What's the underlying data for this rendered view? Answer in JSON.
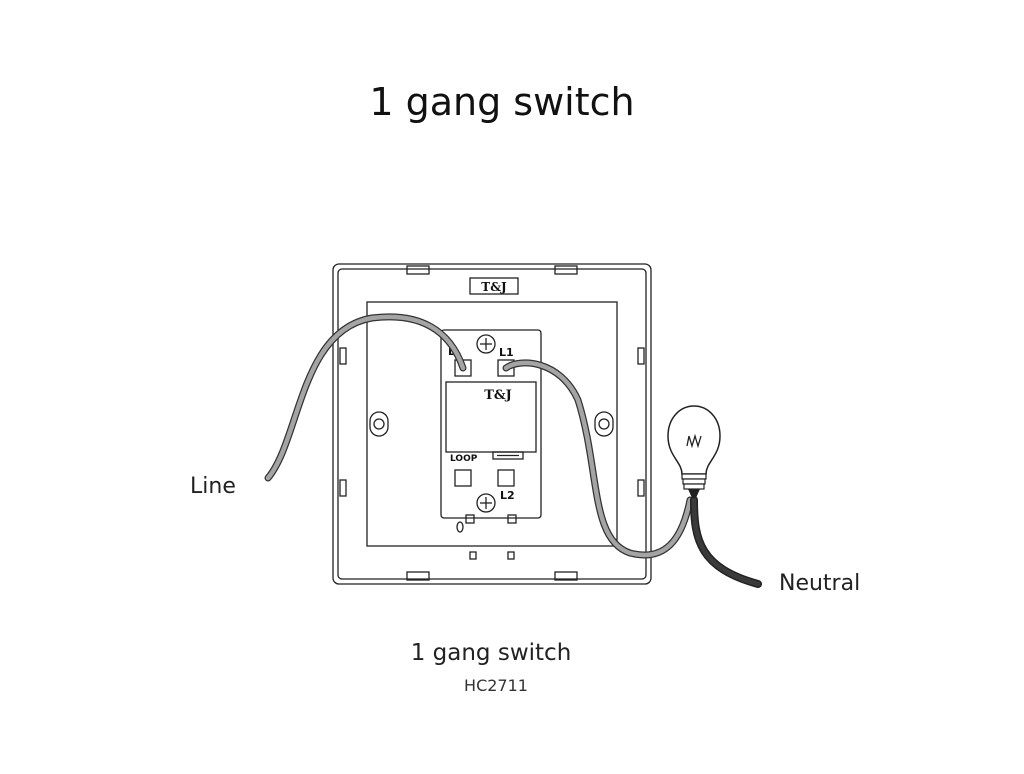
{
  "title": "1 gang switch",
  "labels": {
    "line": "Line",
    "neutral": "Neutral"
  },
  "caption": {
    "name": "1 gang switch",
    "model": "HC2711"
  },
  "device": {
    "brand": "T&J",
    "terminal_l": "L",
    "terminal_l1": "L1",
    "terminal_l2": "L2",
    "loop": "LOOP"
  },
  "colors": {
    "line_wire": "#9a9a9a",
    "neutral_wire": "#2a2a2a",
    "outline": "#222222"
  }
}
